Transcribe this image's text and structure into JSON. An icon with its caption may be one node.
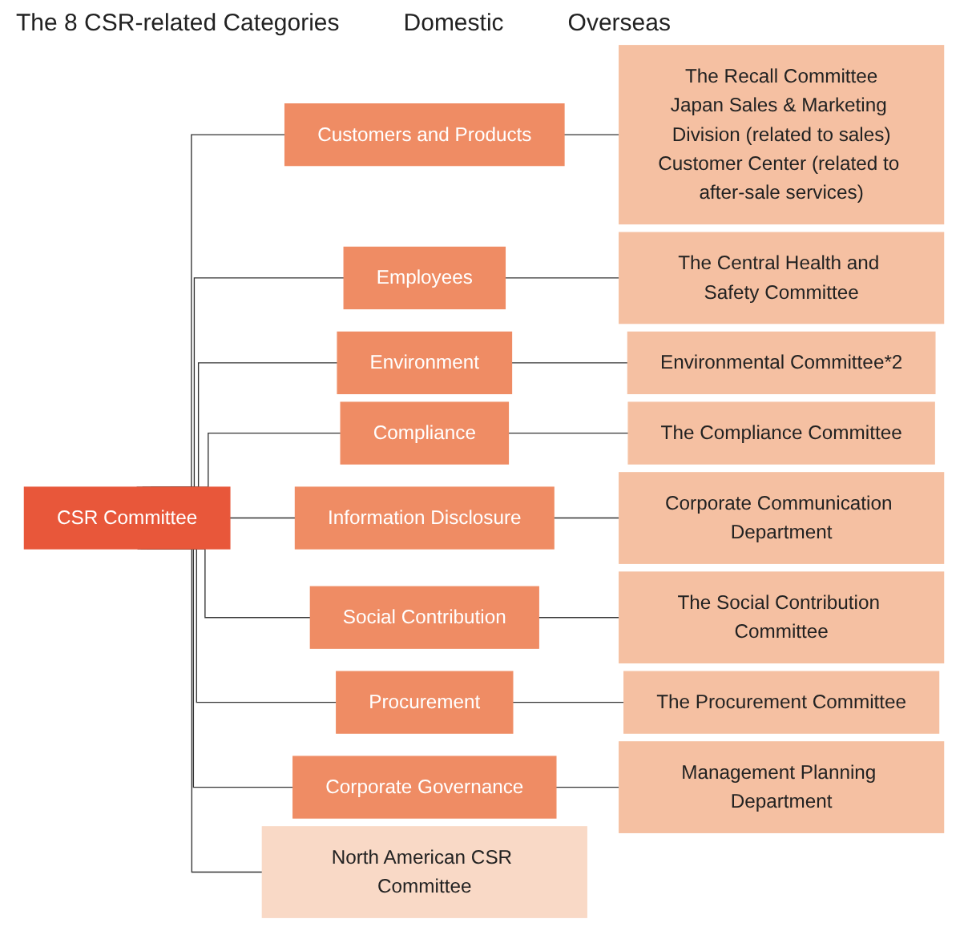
{
  "diagram": {
    "nodes": [
      {
        "text": [
          "CSR Committee"
        ]
      },
      {
        "text": [
          "Customers and Products"
        ]
      },
      {
        "text": [
          "Employees"
        ]
      },
      {
        "text": [
          "Environment"
        ]
      },
      {
        "text": [
          "Compliance"
        ]
      },
      {
        "text": [
          "Information Disclosure"
        ]
      },
      {
        "text": [
          "Social Contribution"
        ]
      },
      {
        "text": [
          "Procurement"
        ]
      },
      {
        "text": [
          "Corporate Governance"
        ]
      },
      {
        "text": [
          "The Recall Committee",
          "Japan Sales & Marketing Division (related to sales)",
          "Customer Center (related to after-sale services)"
        ]
      },
      {
        "text": [
          "The Central Health and Safety Committee"
        ]
      },
      {
        "text": [
          "Environmental Committee*2"
        ]
      },
      {
        "text": [
          "The Compliance Committee"
        ]
      },
      {
        "text": [
          "Corporate Communication Department"
        ]
      },
      {
        "text": [
          "The Social Contribution Committee"
        ]
      },
      {
        "text": [
          "The Procurement Committee"
        ]
      },
      {
        "text": [
          "Management Planning Department"
        ]
      },
      {
        "text": [
          "North American CSR Committee"
        ]
      }
    ],
    "edges": [
      {
        "from": 0,
        "to": 1,
        "arrow": "none"
      },
      {
        "from": 0,
        "to": 2,
        "arrow": "none"
      },
      {
        "from": 0,
        "to": 3,
        "arrow": "none"
      },
      {
        "from": 0,
        "to": 4,
        "arrow": "none"
      },
      {
        "from": 0,
        "to": 5,
        "arrow": "none"
      },
      {
        "from": 0,
        "to": 6,
        "arrow": "none"
      },
      {
        "from": 0,
        "to": 7,
        "arrow": "none"
      },
      {
        "from": 0,
        "to": 8,
        "arrow": "none"
      },
      {
        "from": 1,
        "to": 9,
        "arrow": "none"
      },
      {
        "from": 2,
        "to": 10,
        "arrow": "none"
      },
      {
        "from": 3,
        "to": 11,
        "arrow": "none"
      },
      {
        "from": 4,
        "to": 12,
        "arrow": "none"
      },
      {
        "from": 5,
        "to": 13,
        "arrow": "none"
      },
      {
        "from": 6,
        "to": 14,
        "arrow": "none"
      },
      {
        "from": 7,
        "to": 15,
        "arrow": "none"
      },
      {
        "from": 8,
        "to": 16,
        "arrow": "none"
      },
      {
        "from": 0,
        "to": 17,
        "arrow": "none"
      }
    ],
    "labels": [
      "The 8 CSR-related Categories",
      "Domestic",
      "Overseas"
    ]
  }
}
